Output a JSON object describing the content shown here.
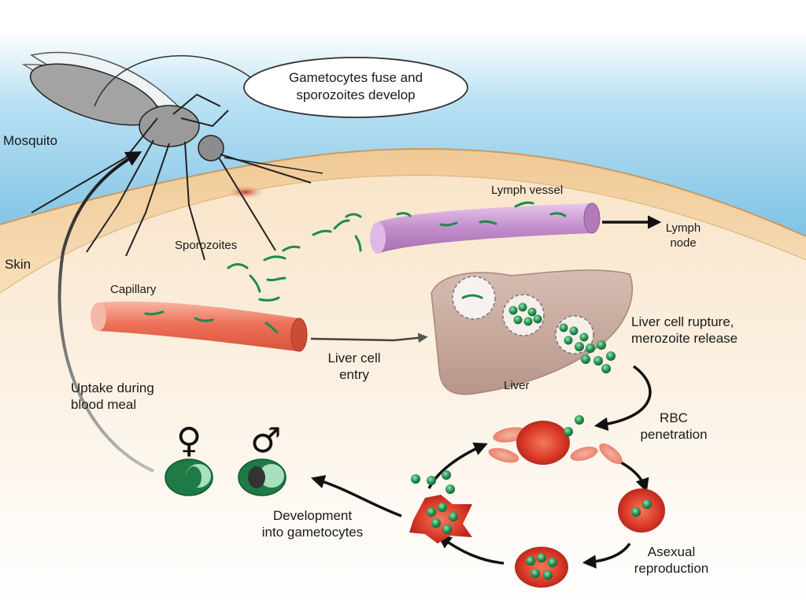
{
  "labels": {
    "callout_line1": "Gametocytes fuse and",
    "callout_line2": "sporozoites develop",
    "mosquito": "Mosquito",
    "skin": "Skin",
    "sporozoites": "Sporozoites",
    "lymph_vessel": "Lymph vessel",
    "lymph_node_1": "Lymph",
    "lymph_node_2": "node",
    "capillary": "Capillary",
    "liver_entry_1": "Liver cell",
    "liver_entry_2": "entry",
    "liver": "Liver",
    "rupture_1": "Liver cell rupture,",
    "rupture_2": "merozoite release",
    "uptake_1": "Uptake during",
    "uptake_2": "blood meal",
    "rbc_1": "RBC",
    "rbc_2": "penetration",
    "asexual_1": "Asexual",
    "asexual_2": "reproduction",
    "development_1": "Development",
    "development_2": "into gametocytes",
    "female_symbol": "♀",
    "male_symbol": "♂"
  },
  "colors": {
    "sky": "#8fcbea",
    "skin": "#f3d3a4",
    "tissue": "#f9ead2",
    "parasite": "#1f8a4c",
    "rbc": "#d83a2a",
    "lymph": "#b67ac2",
    "liver": "#c7a89a"
  }
}
